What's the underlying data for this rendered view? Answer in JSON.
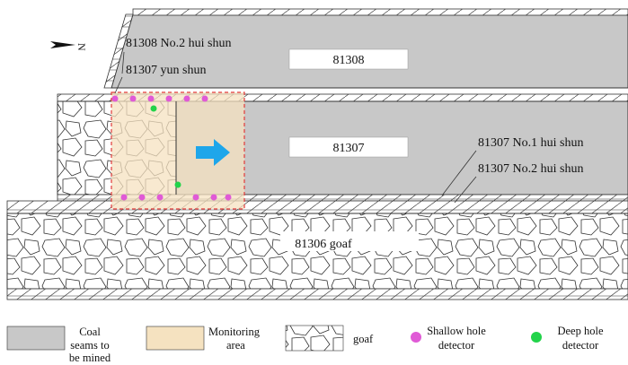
{
  "labels": {
    "north": "N",
    "face_81308": "81308",
    "face_81307": "81307",
    "goaf_81306": "81306 goaf",
    "hui_81308_no2": "81308 No.2 hui shun",
    "yun_81307": "81307 yun shun",
    "hui_81307_no1": "81307 No.1 hui shun",
    "hui_81307_no2": "81307 No.2 hui shun"
  },
  "legend": {
    "coal": [
      "Coal",
      "seams to",
      "be mined"
    ],
    "monitoring": [
      "Monitoring",
      "area"
    ],
    "goaf": "goaf",
    "shallow": [
      "Shallow hole",
      "detector"
    ],
    "deep": [
      "Deep hole",
      "detector"
    ]
  },
  "colors": {
    "coal": "#c8c8c8",
    "monitoring": "#f5e2c0",
    "monitoring_border": "#e23b3b",
    "shallow_detector": "#e05ad6",
    "deep_detector": "#22d34a",
    "arrow": "#1ea6ea"
  },
  "icons": {
    "north_arrow": "north-arrow-icon",
    "advance_arrow": "advance-direction-arrow-icon"
  }
}
